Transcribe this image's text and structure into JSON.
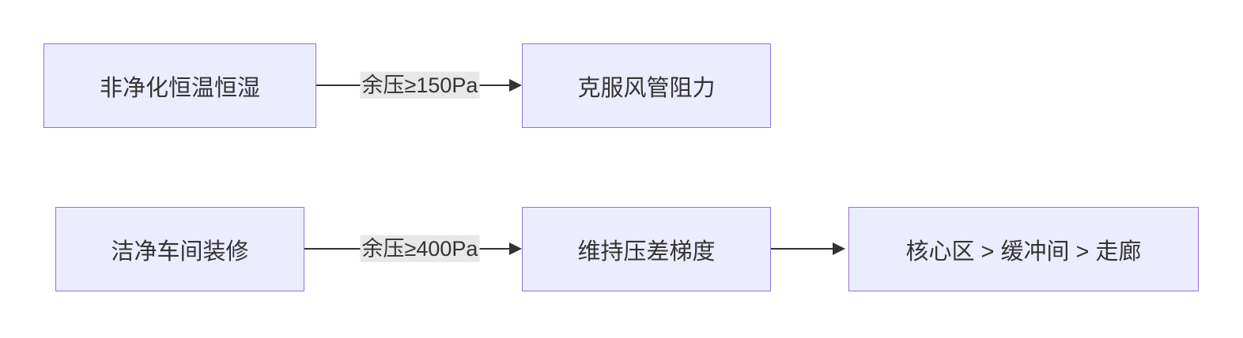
{
  "diagram": {
    "style": {
      "node_fill": "#ECECFF",
      "node_border": "#9370DB",
      "edge_color": "#333333",
      "edge_label_bg": "#e8e8e8",
      "text_color": "#333333",
      "background": "#ffffff"
    },
    "rows": [
      {
        "nodes": [
          {
            "label": "非净化恒温恒湿"
          },
          {
            "label": "克服风管阻力"
          }
        ],
        "edges": [
          {
            "label": "余压≥150Pa"
          }
        ]
      },
      {
        "nodes": [
          {
            "label": "洁净车间装修"
          },
          {
            "label": "维持压差梯度"
          },
          {
            "label": "核心区 > 缓冲间 > 走廊"
          }
        ],
        "edges": [
          {
            "label": "余压≥400Pa"
          },
          {
            "label": ""
          }
        ]
      }
    ]
  }
}
